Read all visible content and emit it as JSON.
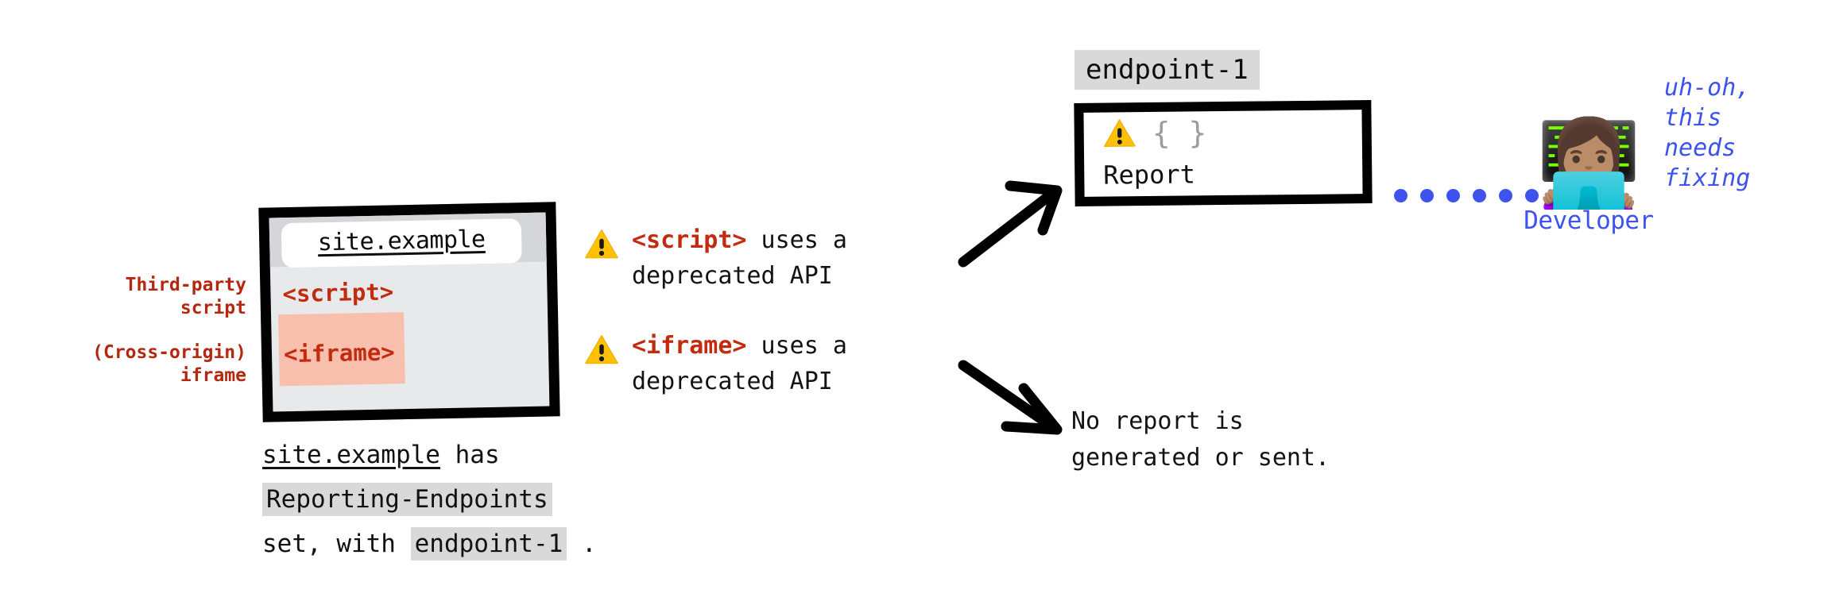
{
  "diagram": {
    "title": "Reporting API: third-party script and cross-origin iframe reporting",
    "colors": {
      "code_red": "#C32B10",
      "label_red": "#B5280F",
      "blue": "#3E53EE",
      "warning_yellow": "#FFC107",
      "chip_gray": "#D9D9D9",
      "iframe_highlight": "#F8BFAC",
      "browser_body": "#E8E9EB",
      "browser_chrome": "#D4D6D9",
      "brace_gray": "#9D9D9D"
    }
  },
  "left_labels": {
    "script_label": "Third-party\nscript",
    "iframe_label": "(Cross-origin)\niframe"
  },
  "browser": {
    "url": "site.example",
    "lines": [
      {
        "text": "<script>",
        "highlighted": false
      },
      {
        "text": "<iframe>",
        "highlighted": true
      }
    ],
    "caption": {
      "line1_site": "site.example",
      "line1_rest": " has",
      "line2_chip": "Reporting-Endpoints",
      "line3_prefix": "set, with ",
      "line3_chip": "endpoint-1",
      "line3_suffix": " ."
    }
  },
  "warnings": [
    {
      "icon": "warning-triangle-icon",
      "tag": "<script>",
      "rest": " uses a\ndeprecated API",
      "outcome": "report-sent"
    },
    {
      "icon": "warning-triangle-icon",
      "tag": "<iframe>",
      "rest": " uses a\ndeprecated API",
      "outcome": "no-report"
    }
  ],
  "report": {
    "endpoint_badge": "endpoint-1",
    "icons": {
      "warning": "warning-triangle-icon",
      "json": "{ }"
    },
    "label": "Report"
  },
  "no_report": {
    "text": "No report is\ngenerated or sent."
  },
  "connector": {
    "dot_count": 6,
    "color": "#3E53EE"
  },
  "developer": {
    "emoji": "👩🏽‍💻",
    "label": "Developer",
    "speech": "uh-oh,\nthis\nneeds\nfixing"
  }
}
